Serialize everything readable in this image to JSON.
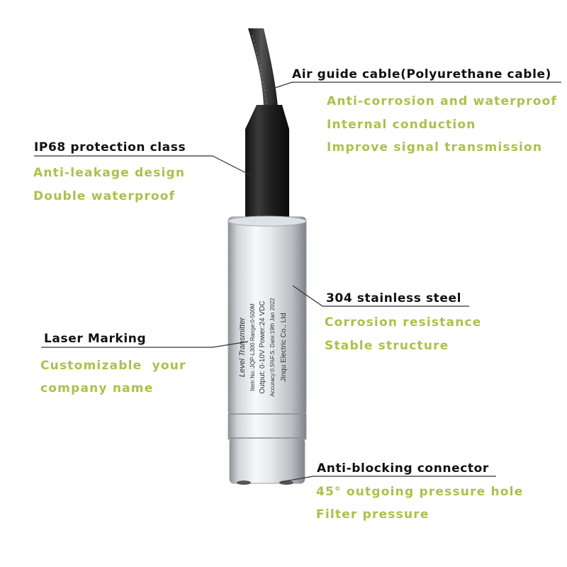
{
  "callouts": {
    "cable": {
      "title": "Air guide cable(Polyurethane cable)",
      "points": [
        "Anti-corrosion and waterproof",
        "Internal conduction",
        "Improve signal transmission"
      ]
    },
    "ip68": {
      "title": "IP68 protection class",
      "points": [
        "Anti-leakage design",
        "Double waterproof"
      ]
    },
    "steel": {
      "title": "304 stainless steel",
      "points": [
        "Corrosion resistance",
        "Stable structure"
      ]
    },
    "laser": {
      "title": "Laser Marking",
      "points": [
        "Customizable  your",
        "company name"
      ]
    },
    "connector": {
      "title": "Anti-blocking connector",
      "points": [
        "45° outgoing pressure hole",
        "Filter pressure"
      ]
    }
  },
  "engraving": {
    "line1": "Level Transmitter",
    "line2": "Item No.:JQP-L300  Range:0-500M",
    "line3": "Output: 0-10V  Power:24 VDC",
    "line4": "Accuracy:0.5%F.S.  Date:19th Jan 2022",
    "line5": "Jinqu Electric Co., Ltd"
  },
  "colors": {
    "title_text": "#111111",
    "feature_text": "#a8c24a",
    "steel": "#c9ccd0",
    "cable": "#2a2a2a"
  }
}
